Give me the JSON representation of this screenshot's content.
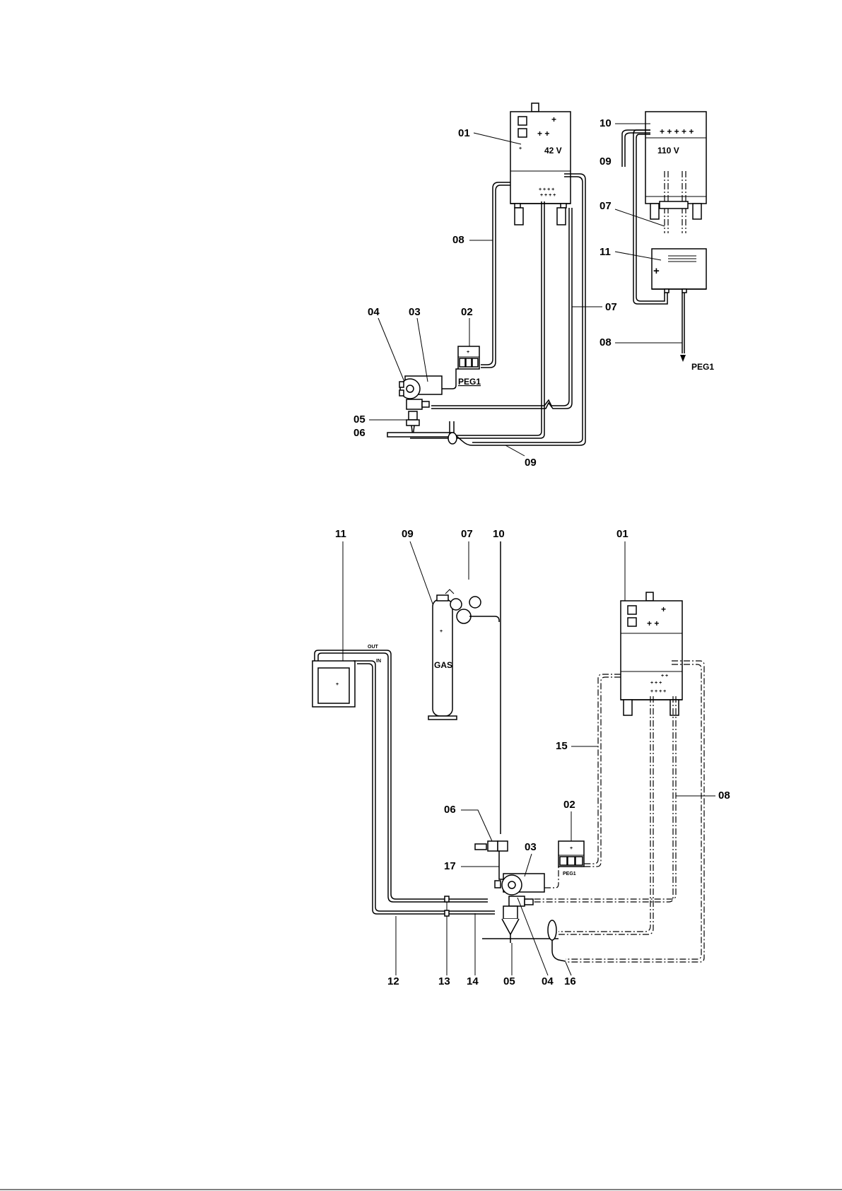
{
  "top": {
    "labels": {
      "l01": "01",
      "l02": "02",
      "l03": "03",
      "l04": "04",
      "l05": "05",
      "l06": "06",
      "l07a": "07",
      "l08a": "08",
      "l09a": "09",
      "l10": "10",
      "l09b": "09",
      "l07b": "07",
      "l11": "11",
      "l08b": "08"
    },
    "voltage_42": "42 V",
    "voltage_110": "110 V",
    "peg1_remote": "PEG1",
    "peg1_box": "PEG1"
  },
  "bottom": {
    "labels": {
      "l11": "11",
      "l09": "09",
      "l07": "07",
      "l10": "10",
      "l01": "01",
      "l15": "15",
      "l08": "08",
      "l06": "06",
      "l02": "02",
      "l03": "03",
      "l17": "17",
      "l12": "12",
      "l13": "13",
      "l14": "14",
      "l05": "05",
      "l04": "04",
      "l16": "16"
    },
    "gas": "GAS",
    "out": "OUT",
    "in": "IN",
    "peg1_box": "PEG1"
  }
}
